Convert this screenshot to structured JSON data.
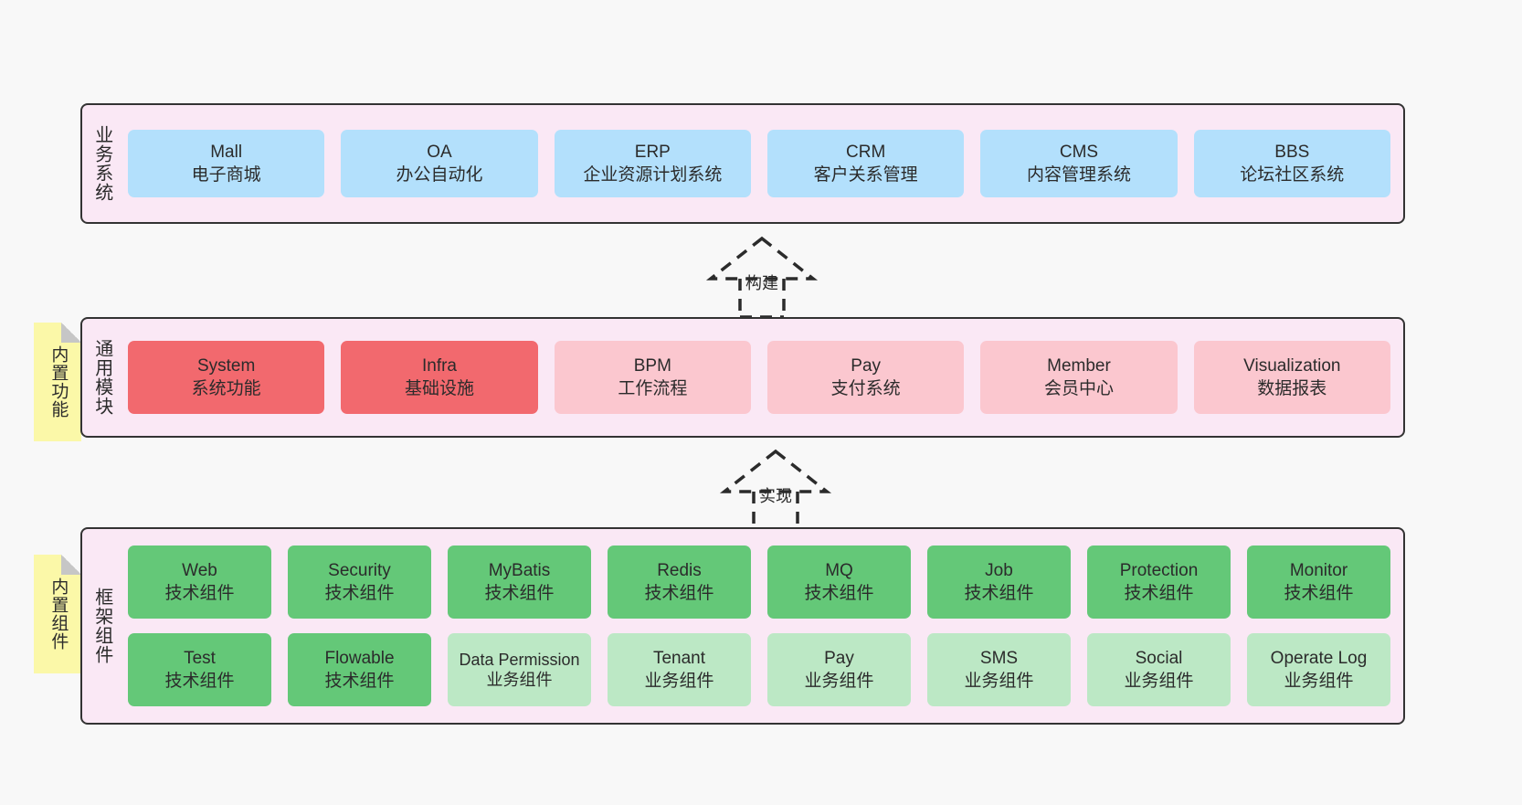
{
  "diagram": {
    "title": "ruoyi-vue-pro architecture layers",
    "background": "#f8f8f8",
    "colors": {
      "panel": "#fae8f5",
      "border": "#333333",
      "business_box": "#b3e0fc",
      "module_core": "#f2696e",
      "module_optional": "#fbc7cf",
      "component_tech": "#64c878",
      "component_biz": "#bce8c5",
      "note": "#fbf8a8"
    }
  },
  "layers": [
    {
      "id": "business-system",
      "title": "业务系统",
      "rows": [
        [
          {
            "name": "Mall",
            "sub": "电子商城"
          },
          {
            "name": "OA",
            "sub": "办公自动化"
          },
          {
            "name": "ERP",
            "sub": "企业资源计划系统"
          },
          {
            "name": "CRM",
            "sub": "客户关系管理"
          },
          {
            "name": "CMS",
            "sub": "内容管理系统"
          },
          {
            "name": "BBS",
            "sub": "论坛社区系统"
          }
        ]
      ]
    },
    {
      "id": "common-module",
      "title": "通用模块",
      "note": "内置功能",
      "rows": [
        [
          {
            "name": "System",
            "sub": "系统功能",
            "variant": "c-red"
          },
          {
            "name": "Infra",
            "sub": "基础设施",
            "variant": "c-red"
          },
          {
            "name": "BPM",
            "sub": "工作流程",
            "variant": "c-pink"
          },
          {
            "name": "Pay",
            "sub": "支付系统",
            "variant": "c-pink"
          },
          {
            "name": "Member",
            "sub": "会员中心",
            "variant": "c-pink"
          },
          {
            "name": "Visualization",
            "sub": "数据报表",
            "variant": "c-pink"
          }
        ]
      ]
    },
    {
      "id": "framework-component",
      "title": "框架组件",
      "note": "内置组件",
      "rows": [
        [
          {
            "name": "Web",
            "sub": "技术组件",
            "variant": "c-green"
          },
          {
            "name": "Security",
            "sub": "技术组件",
            "variant": "c-green"
          },
          {
            "name": "MyBatis",
            "sub": "技术组件",
            "variant": "c-green"
          },
          {
            "name": "Redis",
            "sub": "技术组件",
            "variant": "c-green"
          },
          {
            "name": "MQ",
            "sub": "技术组件",
            "variant": "c-green"
          },
          {
            "name": "Job",
            "sub": "技术组件",
            "variant": "c-green"
          },
          {
            "name": "Protection",
            "sub": "技术组件",
            "variant": "c-green"
          },
          {
            "name": "Monitor",
            "sub": "技术组件",
            "variant": "c-green"
          }
        ],
        [
          {
            "name": "Test",
            "sub": "技术组件",
            "variant": "c-green"
          },
          {
            "name": "Flowable",
            "sub": "技术组件",
            "variant": "c-green"
          },
          {
            "name": "Data Permission",
            "sub": "业务组件",
            "variant": "c-green-light",
            "three_line": true
          },
          {
            "name": "Tenant",
            "sub": "业务组件",
            "variant": "c-green-light"
          },
          {
            "name": "Pay",
            "sub": "业务组件",
            "variant": "c-green-light"
          },
          {
            "name": "SMS",
            "sub": "业务组件",
            "variant": "c-green-light"
          },
          {
            "name": "Social",
            "sub": "业务组件",
            "variant": "c-green-light"
          },
          {
            "name": "Operate Log",
            "sub": "业务组件",
            "variant": "c-green-light"
          }
        ]
      ]
    }
  ],
  "connectors": [
    {
      "id": "build",
      "label": "构建",
      "style": "dashed-generalization",
      "from": "common-module",
      "to": "business-system"
    },
    {
      "id": "implement",
      "label": "实现",
      "style": "dashed-generalization",
      "from": "framework-component",
      "to": "common-module"
    }
  ]
}
